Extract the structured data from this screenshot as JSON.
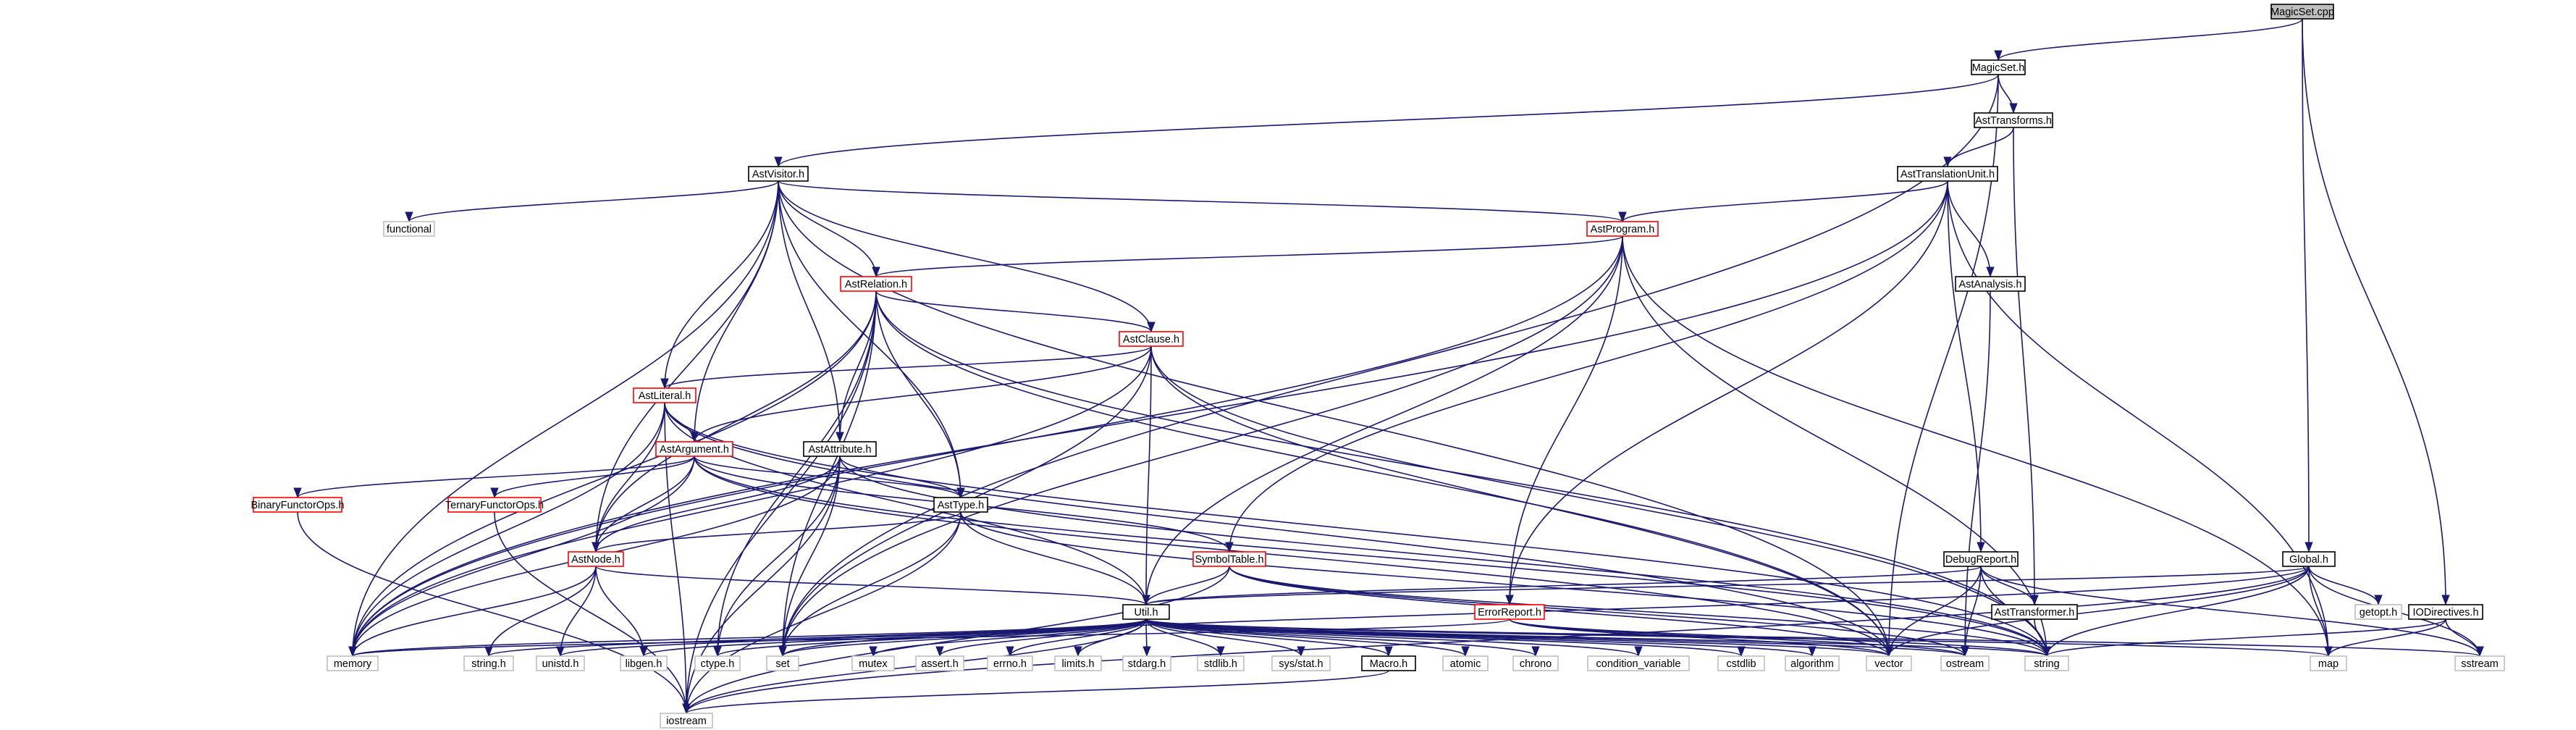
{
  "title": "MagicSet.cpp",
  "colors": {
    "edge": "#191970",
    "border_default": "#000000",
    "border_red": "#ff0000",
    "border_gray": "#bfbfbf",
    "root_fill": "#bfbfbf",
    "node_fill": "#ffffff"
  },
  "nodes": [
    {
      "id": "magicset_cpp",
      "label": "MagicSet.cpp",
      "style": "root"
    },
    {
      "id": "magicset_h",
      "label": "MagicSet.h",
      "style": "default"
    },
    {
      "id": "asttransforms_h",
      "label": "AstTransforms.h",
      "style": "default"
    },
    {
      "id": "asttranslationunit_h",
      "label": "AstTranslationUnit.h",
      "style": "default"
    },
    {
      "id": "astvisitor_h",
      "label": "AstVisitor.h",
      "style": "default"
    },
    {
      "id": "functional",
      "label": "functional",
      "style": "gray"
    },
    {
      "id": "astprogram_h",
      "label": "AstProgram.h",
      "style": "red"
    },
    {
      "id": "astanalysis_h",
      "label": "AstAnalysis.h",
      "style": "default"
    },
    {
      "id": "astrelation_h",
      "label": "AstRelation.h",
      "style": "red"
    },
    {
      "id": "astclause_h",
      "label": "AstClause.h",
      "style": "red"
    },
    {
      "id": "astliteral_h",
      "label": "AstLiteral.h",
      "style": "red"
    },
    {
      "id": "astargument_h",
      "label": "AstArgument.h",
      "style": "red"
    },
    {
      "id": "astattribute_h",
      "label": "AstAttribute.h",
      "style": "default"
    },
    {
      "id": "binaryfunctorops_h",
      "label": "BinaryFunctorOps.h",
      "style": "red"
    },
    {
      "id": "ternaryfunctorops_h",
      "label": "TernaryFunctorOps.h",
      "style": "red"
    },
    {
      "id": "asttype_h",
      "label": "AstType.h",
      "style": "default"
    },
    {
      "id": "astnode_h",
      "label": "AstNode.h",
      "style": "red"
    },
    {
      "id": "symboltable_h",
      "label": "SymbolTable.h",
      "style": "red"
    },
    {
      "id": "debugreport_h",
      "label": "DebugReport.h",
      "style": "default"
    },
    {
      "id": "global_h",
      "label": "Global.h",
      "style": "default"
    },
    {
      "id": "errorreport_h",
      "label": "ErrorReport.h",
      "style": "red"
    },
    {
      "id": "util_h",
      "label": "Util.h",
      "style": "default"
    },
    {
      "id": "asttransformer_h",
      "label": "AstTransformer.h",
      "style": "default"
    },
    {
      "id": "iodirectives_h",
      "label": "IODirectives.h",
      "style": "default"
    },
    {
      "id": "getopt_h",
      "label": "getopt.h",
      "style": "gray"
    },
    {
      "id": "memory",
      "label": "memory",
      "style": "gray"
    },
    {
      "id": "string_h",
      "label": "string.h",
      "style": "gray"
    },
    {
      "id": "unistd_h",
      "label": "unistd.h",
      "style": "gray"
    },
    {
      "id": "libgen_h",
      "label": "libgen.h",
      "style": "gray"
    },
    {
      "id": "ctype_h",
      "label": "ctype.h",
      "style": "gray"
    },
    {
      "id": "set",
      "label": "set",
      "style": "gray"
    },
    {
      "id": "mutex",
      "label": "mutex",
      "style": "gray"
    },
    {
      "id": "assert_h",
      "label": "assert.h",
      "style": "gray"
    },
    {
      "id": "errno_h",
      "label": "errno.h",
      "style": "gray"
    },
    {
      "id": "limits_h",
      "label": "limits.h",
      "style": "gray"
    },
    {
      "id": "stdarg_h",
      "label": "stdarg.h",
      "style": "gray"
    },
    {
      "id": "stdlib_h",
      "label": "stdlib.h",
      "style": "gray"
    },
    {
      "id": "sys_stat_h",
      "label": "sys/stat.h",
      "style": "gray"
    },
    {
      "id": "macro_h",
      "label": "Macro.h",
      "style": "default"
    },
    {
      "id": "atomic",
      "label": "atomic",
      "style": "gray"
    },
    {
      "id": "chrono",
      "label": "chrono",
      "style": "gray"
    },
    {
      "id": "condition_variable",
      "label": "condition_variable",
      "style": "gray"
    },
    {
      "id": "cstdlib",
      "label": "cstdlib",
      "style": "gray"
    },
    {
      "id": "algorithm",
      "label": "algorithm",
      "style": "gray"
    },
    {
      "id": "vector",
      "label": "vector",
      "style": "gray"
    },
    {
      "id": "ostream",
      "label": "ostream",
      "style": "gray"
    },
    {
      "id": "string",
      "label": "string",
      "style": "gray"
    },
    {
      "id": "map",
      "label": "map",
      "style": "gray"
    },
    {
      "id": "sstream",
      "label": "sstream",
      "style": "gray"
    },
    {
      "id": "iostream",
      "label": "iostream",
      "style": "gray"
    }
  ],
  "edges": [
    [
      "magicset_cpp",
      "magicset_h"
    ],
    [
      "magicset_cpp",
      "global_h"
    ],
    [
      "magicset_cpp",
      "iodirectives_h"
    ],
    [
      "magicset_h",
      "asttransforms_h"
    ],
    [
      "magicset_h",
      "astvisitor_h"
    ],
    [
      "magicset_h",
      "vector"
    ],
    [
      "magicset_h",
      "set"
    ],
    [
      "asttransforms_h",
      "asttranslationunit_h"
    ],
    [
      "asttransforms_h",
      "asttransformer_h"
    ],
    [
      "asttranslationunit_h",
      "astprogram_h"
    ],
    [
      "asttranslationunit_h",
      "astanalysis_h"
    ],
    [
      "asttranslationunit_h",
      "debugreport_h"
    ],
    [
      "asttranslationunit_h",
      "errorreport_h"
    ],
    [
      "asttranslationunit_h",
      "symboltable_h"
    ],
    [
      "asttranslationunit_h",
      "memory"
    ],
    [
      "asttranslationunit_h",
      "map"
    ],
    [
      "astvisitor_h",
      "functional"
    ],
    [
      "astvisitor_h",
      "astprogram_h"
    ],
    [
      "astvisitor_h",
      "astrelation_h"
    ],
    [
      "astvisitor_h",
      "astclause_h"
    ],
    [
      "astvisitor_h",
      "astliteral_h"
    ],
    [
      "astvisitor_h",
      "astargument_h"
    ],
    [
      "astvisitor_h",
      "astattribute_h"
    ],
    [
      "astvisitor_h",
      "asttype_h"
    ],
    [
      "astvisitor_h",
      "astnode_h"
    ],
    [
      "astvisitor_h",
      "memory"
    ],
    [
      "astvisitor_h",
      "vector"
    ],
    [
      "astprogram_h",
      "astrelation_h"
    ],
    [
      "astprogram_h",
      "util_h"
    ],
    [
      "astprogram_h",
      "errorreport_h"
    ],
    [
      "astprogram_h",
      "set"
    ],
    [
      "astprogram_h",
      "string"
    ],
    [
      "astprogram_h",
      "map"
    ],
    [
      "astprogram_h",
      "memory"
    ],
    [
      "astanalysis_h",
      "ostream"
    ],
    [
      "astrelation_h",
      "astclause_h"
    ],
    [
      "astrelation_h",
      "astattribute_h"
    ],
    [
      "astrelation_h",
      "asttype_h"
    ],
    [
      "astrelation_h",
      "iostream"
    ],
    [
      "astrelation_h",
      "memory"
    ],
    [
      "astrelation_h",
      "set"
    ],
    [
      "astrelation_h",
      "vector"
    ],
    [
      "astrelation_h",
      "string"
    ],
    [
      "astrelation_h",
      "ctype_h"
    ],
    [
      "astrelation_h",
      "astnode_h"
    ],
    [
      "astclause_h",
      "astargument_h"
    ],
    [
      "astclause_h",
      "astliteral_h"
    ],
    [
      "astclause_h",
      "util_h"
    ],
    [
      "astclause_h",
      "memory"
    ],
    [
      "astclause_h",
      "set"
    ],
    [
      "astclause_h",
      "vector"
    ],
    [
      "astclause_h",
      "string"
    ],
    [
      "astliteral_h",
      "astargument_h"
    ],
    [
      "astliteral_h",
      "astnode_h"
    ],
    [
      "astliteral_h",
      "iostream"
    ],
    [
      "astliteral_h",
      "memory"
    ],
    [
      "astliteral_h",
      "string"
    ],
    [
      "astliteral_h",
      "vector"
    ],
    [
      "astliteral_h",
      "util_h"
    ],
    [
      "astargument_h",
      "binaryfunctorops_h"
    ],
    [
      "astargument_h",
      "ternaryfunctorops_h"
    ],
    [
      "astargument_h",
      "asttype_h"
    ],
    [
      "astargument_h",
      "astnode_h"
    ],
    [
      "astargument_h",
      "symboltable_h"
    ],
    [
      "astargument_h",
      "memory"
    ],
    [
      "astargument_h",
      "string"
    ],
    [
      "astargument_h",
      "vector"
    ],
    [
      "astattribute_h",
      "asttype_h"
    ],
    [
      "astattribute_h",
      "astnode_h"
    ],
    [
      "astattribute_h",
      "ctype_h"
    ],
    [
      "astattribute_h",
      "set"
    ],
    [
      "astattribute_h",
      "iostream"
    ],
    [
      "astattribute_h",
      "string"
    ],
    [
      "astattribute_h",
      "memory"
    ],
    [
      "binaryfunctorops_h",
      "iostream"
    ],
    [
      "ternaryfunctorops_h",
      "iostream"
    ],
    [
      "asttype_h",
      "astnode_h"
    ],
    [
      "asttype_h",
      "util_h"
    ],
    [
      "asttype_h",
      "set"
    ],
    [
      "asttype_h",
      "iostream"
    ],
    [
      "asttype_h",
      "string"
    ],
    [
      "astnode_h",
      "util_h"
    ],
    [
      "astnode_h",
      "memory"
    ],
    [
      "astnode_h",
      "string_h"
    ],
    [
      "astnode_h",
      "unistd_h"
    ],
    [
      "astnode_h",
      "libgen_h"
    ],
    [
      "symboltable_h",
      "util_h"
    ],
    [
      "symboltable_h",
      "iostream"
    ],
    [
      "symboltable_h",
      "string"
    ],
    [
      "symboltable_h",
      "vector"
    ],
    [
      "symboltable_h",
      "ostream"
    ],
    [
      "debugreport_h",
      "util_h"
    ],
    [
      "debugreport_h",
      "asttransformer_h"
    ],
    [
      "debugreport_h",
      "sstream"
    ],
    [
      "debugreport_h",
      "string"
    ],
    [
      "debugreport_h",
      "vector"
    ],
    [
      "debugreport_h",
      "ostream"
    ],
    [
      "global_h",
      "util_h"
    ],
    [
      "global_h",
      "getopt_h"
    ],
    [
      "global_h",
      "string"
    ],
    [
      "global_h",
      "map"
    ],
    [
      "global_h",
      "vector"
    ],
    [
      "global_h",
      "sstream"
    ],
    [
      "global_h",
      "iostream"
    ],
    [
      "global_h",
      "set"
    ],
    [
      "errorreport_h",
      "ostream"
    ],
    [
      "errorreport_h",
      "string"
    ],
    [
      "errorreport_h",
      "vector"
    ],
    [
      "errorreport_h",
      "memory"
    ],
    [
      "util_h",
      "memory"
    ],
    [
      "util_h",
      "string_h"
    ],
    [
      "util_h",
      "unistd_h"
    ],
    [
      "util_h",
      "libgen_h"
    ],
    [
      "util_h",
      "ctype_h"
    ],
    [
      "util_h",
      "set"
    ],
    [
      "util_h",
      "mutex"
    ],
    [
      "util_h",
      "assert_h"
    ],
    [
      "util_h",
      "errno_h"
    ],
    [
      "util_h",
      "limits_h"
    ],
    [
      "util_h",
      "stdarg_h"
    ],
    [
      "util_h",
      "stdlib_h"
    ],
    [
      "util_h",
      "sys_stat_h"
    ],
    [
      "util_h",
      "macro_h"
    ],
    [
      "util_h",
      "atomic"
    ],
    [
      "util_h",
      "chrono"
    ],
    [
      "util_h",
      "condition_variable"
    ],
    [
      "util_h",
      "cstdlib"
    ],
    [
      "util_h",
      "algorithm"
    ],
    [
      "util_h",
      "vector"
    ],
    [
      "util_h",
      "ostream"
    ],
    [
      "util_h",
      "string"
    ],
    [
      "util_h",
      "map"
    ],
    [
      "util_h",
      "sstream"
    ],
    [
      "util_h",
      "iostream"
    ],
    [
      "macro_h",
      "iostream"
    ],
    [
      "asttransformer_h",
      "string"
    ],
    [
      "iodirectives_h",
      "map"
    ],
    [
      "iodirectives_h",
      "string"
    ],
    [
      "iodirectives_h",
      "sstream"
    ]
  ]
}
